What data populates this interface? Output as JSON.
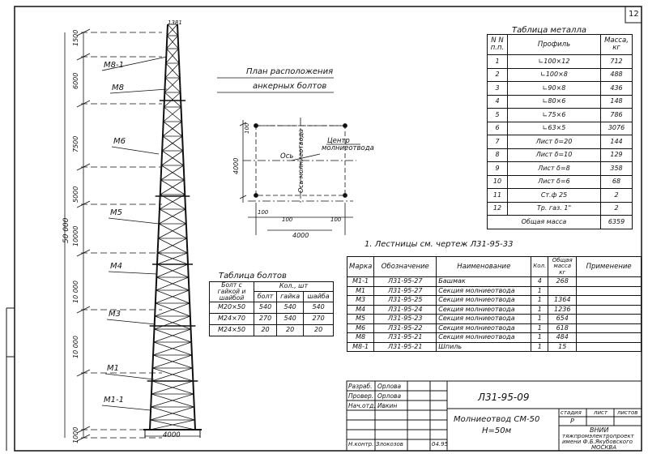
{
  "page_number": "12",
  "tower": {
    "total_height": "50 000",
    "segment_heights": [
      "1500",
      "6000",
      "7500",
      "5000",
      "10000",
      "10 000",
      "10 000",
      "1000"
    ],
    "top_width": "1381",
    "base_width": "4000",
    "labels": [
      "М8-1",
      "М8",
      "М6",
      "М5",
      "М4",
      "М3",
      "М1",
      "М1-1"
    ]
  },
  "anchor_plan": {
    "title_line1": "План расположения",
    "title_line2": "анкерных болтов",
    "center_label_line1": "Центр",
    "center_label_line2": "молниеотвода",
    "axis_label": "Ось молниеотвода",
    "axis_label_short": "Ось",
    "dim_4000": "4000",
    "dim_100": "100"
  },
  "metal_table": {
    "title": "Таблица металла",
    "headers": [
      "N N п.п.",
      "Профиль",
      "Масса, кг"
    ],
    "rows": [
      [
        "1",
        "∟100×12",
        "712"
      ],
      [
        "2",
        "∟100×8",
        "488"
      ],
      [
        "3",
        "∟90×8",
        "436"
      ],
      [
        "4",
        "∟80×6",
        "148"
      ],
      [
        "5",
        "∟75×6",
        "786"
      ],
      [
        "6",
        "∟63×5",
        "3076"
      ],
      [
        "7",
        "Лист δ=20",
        "144"
      ],
      [
        "8",
        "Лист δ=10",
        "129"
      ],
      [
        "9",
        "Лист δ=8",
        "358"
      ],
      [
        "10",
        "Лист δ=6",
        "68"
      ],
      [
        "11",
        "Ст.ф 25",
        "2"
      ],
      [
        "12",
        "Тр. газ. 1\"",
        "2"
      ]
    ],
    "total_label": "Общая масса",
    "total_value": "6359"
  },
  "ladders_note": "1. Лестницы см. чертеж Л31-95-33",
  "ladders_table": {
    "headers": [
      "Марка",
      "Обозначение",
      "Наименование",
      "Кол.",
      "Общая масса кг",
      "Применение"
    ],
    "rows": [
      [
        "М1-1",
        "Л31-95-27",
        "Башмак",
        "4",
        "268",
        ""
      ],
      [
        "М1",
        "Л31-95-27",
        "Секция молниеотвода",
        "1",
        "",
        ""
      ],
      [
        "М3",
        "Л31-95-25",
        "Секция молниеотвода",
        "1",
        "1364",
        ""
      ],
      [
        "М4",
        "Л31-95-24",
        "Секция молниеотвода",
        "1",
        "1236",
        ""
      ],
      [
        "М5",
        "Л31-95-23",
        "Секция молниеотвода",
        "1",
        "654",
        ""
      ],
      [
        "М6",
        "Л31-95-22",
        "Секция молниеотвода",
        "1",
        "618",
        ""
      ],
      [
        "М8",
        "Л31-95-21",
        "Секция молниеотвода",
        "1",
        "484",
        ""
      ],
      [
        "М8-1",
        "Л31-95-21",
        "Шпиль",
        "1",
        "15",
        ""
      ]
    ]
  },
  "bolts_table": {
    "title": "Таблица болтов",
    "col1_header": "Болт с гайкой и шайбой",
    "qty_header": "Кол., шт",
    "sub_headers": [
      "болт",
      "гайка",
      "шайба"
    ],
    "rows": [
      [
        "М20×50",
        "540",
        "540",
        "540"
      ],
      [
        "М24×70",
        "270",
        "540",
        "270"
      ],
      [
        "М24×50",
        "20",
        "20",
        "20"
      ]
    ]
  },
  "title_block": {
    "doc_code": "Л31-95-09",
    "name_line1": "Молниеотвод СМ-50",
    "name_line2": "Н=50м",
    "roles": [
      "Разраб.",
      "Провер.",
      "Нач.отд.",
      "Н.контр."
    ],
    "people": [
      "Орлова",
      "Орлова",
      "Ивкин",
      "Злокозов"
    ],
    "date": "04.95",
    "col_labels": [
      "стадия",
      "лист",
      "листов"
    ],
    "stage": "Р",
    "org_line1": "ВНИИ",
    "org_line2": "тяжпромэлектропроект",
    "org_line3": "имени Ф.Б.Якубовского",
    "org_line4": "МОСКВА"
  }
}
